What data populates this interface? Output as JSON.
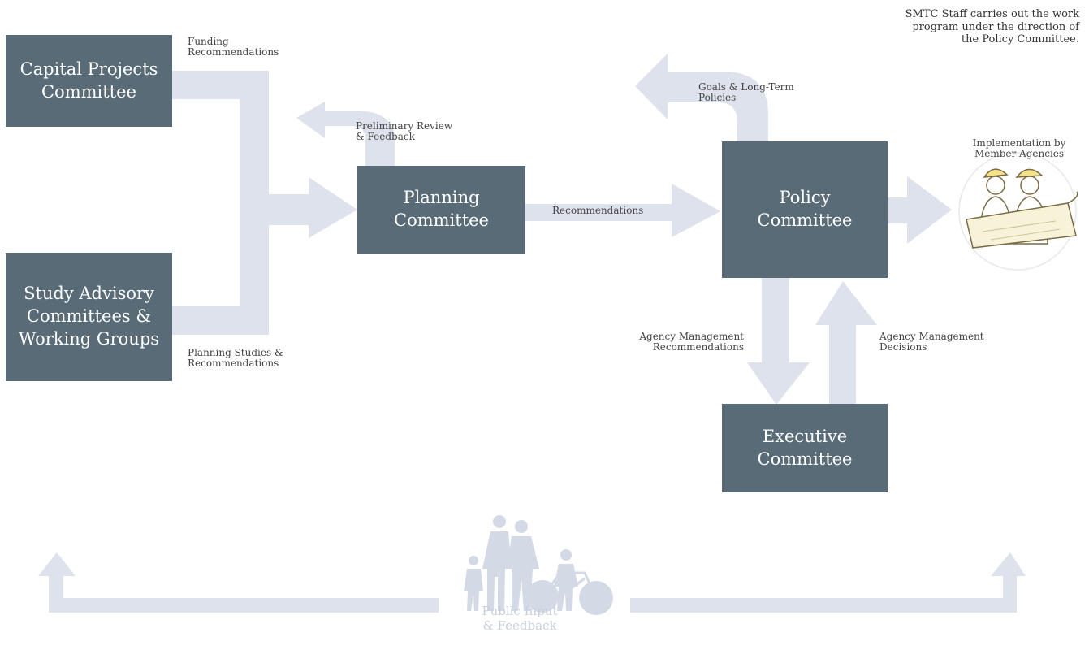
{
  "staff_note": "SMTC Staff carries out the work\nprogram under the direction of\nthe Policy Committee.",
  "committees": {
    "capital_projects": "Capital Projects\nCommittee",
    "study_advisory": "Study Advisory\nCommittees &\nWorking Groups",
    "planning": "Planning\nCommittee",
    "policy": "Policy\nCommittee",
    "executive": "Executive\nCommittee"
  },
  "flows": {
    "funding": "Funding\nRecommendations",
    "planning_studies": "Planning Studies &\nRecommendations",
    "preliminary_review": "Preliminary Review\n& Feedback",
    "recommendations": "Recommendations",
    "goals": "Goals & Long-Term\nPolicies",
    "agency_recommendations": "Agency Management\nRecommendations",
    "agency_decisions": "Agency Management\nDecisions"
  },
  "implementation": "Implementation by\nMember Agencies",
  "public_input": "Public Input\n& Feedback",
  "colors": {
    "box": "#586b77",
    "arrow": "#dde2ec",
    "public_text": "#c7cfdc"
  },
  "icons": [
    "workers-with-blueprint-icon",
    "family-with-bicycle-icon"
  ]
}
